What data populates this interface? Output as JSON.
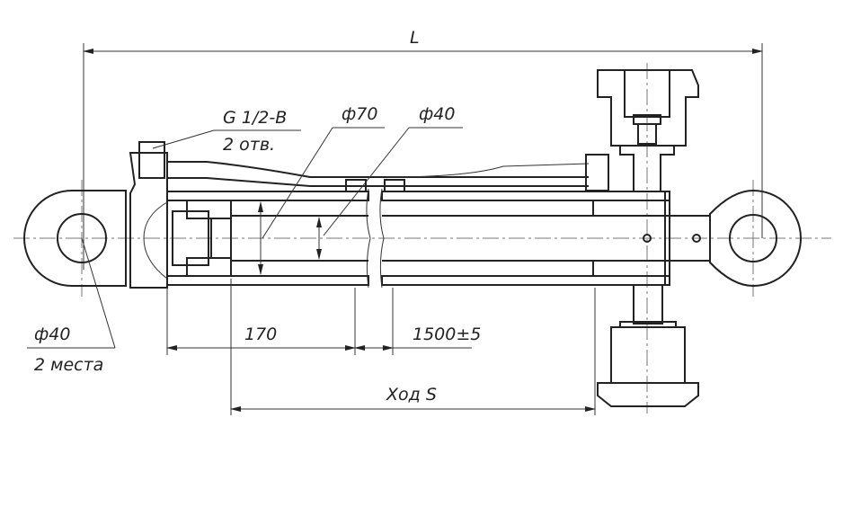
{
  "drawing": {
    "title": "Hydraulic cylinder",
    "dimensions": {
      "overall_length": "L",
      "port_thread": "G 1/2-B",
      "port_count": "2 отв.",
      "bore_diameter": "ф70",
      "rod_diameter": "ф40",
      "eye_diameter": "ф40",
      "eye_count": "2 места",
      "piston_length": "170",
      "stroke_tolerance": "1500±5",
      "stroke": "Ход S"
    }
  }
}
